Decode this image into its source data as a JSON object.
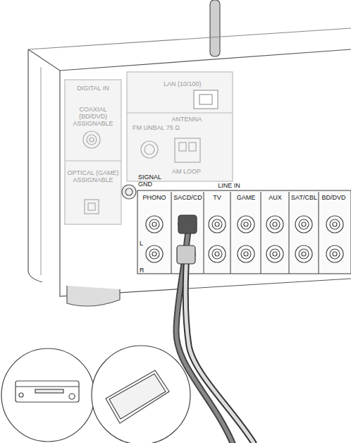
{
  "diagram": {
    "labels": [
      "DIGITAL IN",
      "COAXIAL (BD/DVD) ASSIGNABLE",
      "OPTICAL (GAME) ASSIGNABLE",
      "LAN (10/100)",
      "ANTENNA",
      "FM UNBAL 75 Ω",
      "AM LOOP",
      "SIGNAL GND",
      "LINE IN",
      "PHONO",
      "SACD/CD",
      "TV",
      "GAME",
      "AUX",
      "SAT/CBL",
      "BD/DVD",
      "L",
      "R"
    ]
  }
}
